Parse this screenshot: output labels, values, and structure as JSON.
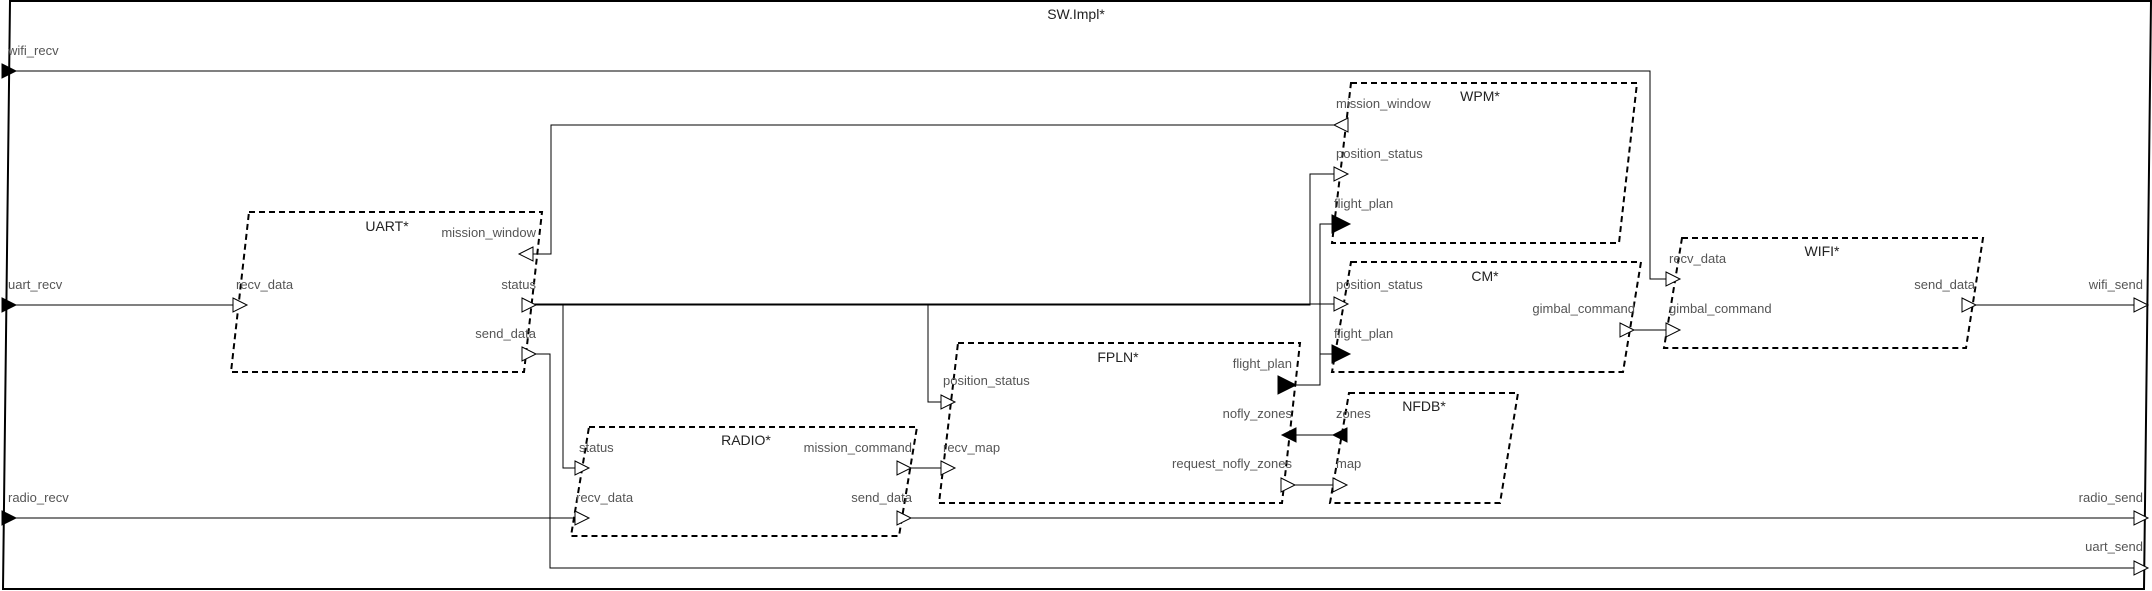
{
  "system": {
    "title": "SW.Impl*"
  },
  "components": {
    "uart": {
      "title": "UART*",
      "ports": {
        "mission_window": "mission_window",
        "recv_data": "recv_data",
        "status": "status",
        "send_data": "send_data"
      }
    },
    "radio": {
      "title": "RADIO*",
      "ports": {
        "status": "status",
        "recv_data": "recv_data",
        "mission_command": "mission_command",
        "send_data": "send_data"
      }
    },
    "fpln": {
      "title": "FPLN*",
      "ports": {
        "position_status": "position_status",
        "recv_map": "recv_map",
        "flight_plan": "flight_plan",
        "nofly_zones": "nofly_zones",
        "request_nofly_zones": "request_nofly_zones"
      }
    },
    "wpm": {
      "title": "WPM*",
      "ports": {
        "mission_window": "mission_window",
        "position_status": "position_status",
        "flight_plan": "flight_plan"
      }
    },
    "cm": {
      "title": "CM*",
      "ports": {
        "position_status": "position_status",
        "flight_plan": "flight_plan",
        "gimbal_command": "gimbal_command"
      }
    },
    "nfdb": {
      "title": "NFDB*",
      "ports": {
        "zones": "zones",
        "map": "map"
      }
    },
    "wifi": {
      "title": "WIFI*",
      "ports": {
        "recv_data": "recv_data",
        "gimbal_command": "gimbal_command",
        "send_data": "send_data"
      }
    }
  },
  "external_ports": {
    "wifi_recv": "wifi_recv",
    "uart_recv": "uart_recv",
    "radio_recv": "radio_recv",
    "wifi_send": "wifi_send",
    "radio_send": "radio_send",
    "uart_send": "uart_send"
  }
}
